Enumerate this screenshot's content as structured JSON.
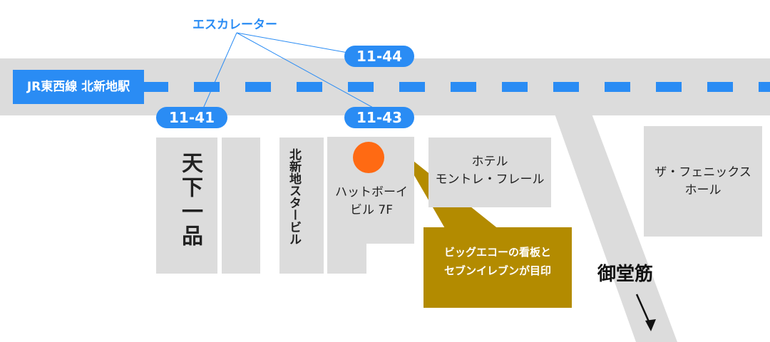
{
  "station": "JR東西線 北新地駅",
  "escalator": "エスカレーター",
  "exits": [
    "11-44",
    "11-41",
    "11-43"
  ],
  "buildings": {
    "tenka": "天下一品",
    "kitashinchi_star": "北新地スタービル",
    "hatboy": [
      "ハットボーイ",
      "ビル 7F"
    ],
    "hotel": [
      "ホテル",
      "モントレ・フレール"
    ],
    "phoenix": [
      "ザ・フェニックス",
      "ホール"
    ]
  },
  "note": [
    "ビッグエコーの看板と",
    "セブンイレブンが目印"
  ],
  "street": "御堂筋",
  "colors": {
    "accent": "#2a8cf4",
    "building": "#dcdcdc",
    "road": "#dcdcdc",
    "note": "#b38b00",
    "marker": "#ff6a13"
  }
}
